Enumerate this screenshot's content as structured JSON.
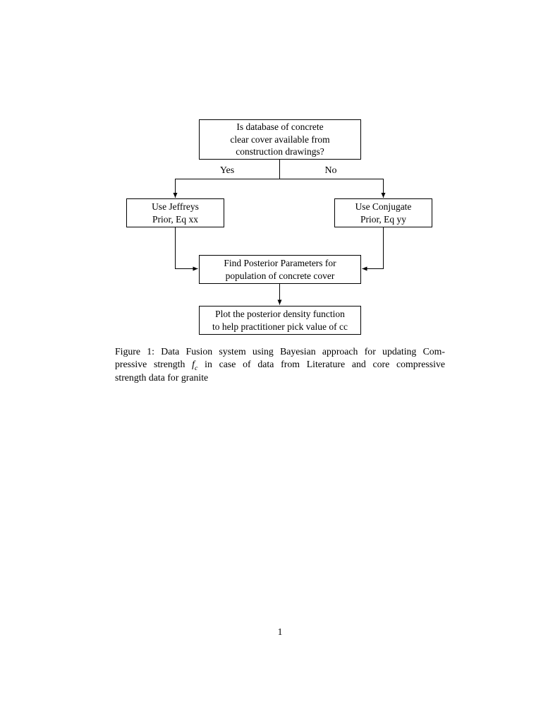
{
  "page": {
    "number": "1",
    "background": "#ffffff",
    "text_color": "#000000"
  },
  "figure": {
    "flowchart": {
      "line_color": "#000000",
      "box_fill": "#ffffff",
      "box_border": "#000000",
      "decision_box": {
        "lines": [
          "Is database of concrete",
          "clear cover available from",
          "construction drawings?"
        ]
      },
      "branch_labels": {
        "yes": "Yes",
        "no": "No"
      },
      "left_box": {
        "lines": [
          "Use Jeffreys",
          "Prior, Eq xx"
        ]
      },
      "right_box": {
        "lines": [
          "Use Conjugate",
          "Prior, Eq yy"
        ]
      },
      "merge_box": {
        "lines": [
          "Find Posterior Parameters for",
          "population of concrete cover"
        ]
      },
      "output_box": {
        "lines": [
          "Plot the posterior density function",
          "to help practitioner pick value of cc"
        ]
      }
    },
    "caption": {
      "line1": "Figure 1: Data Fusion system using Bayesian approach for updating Com-",
      "line2_before_math": "pressive strength ",
      "math_symbol": "f",
      "math_subscript": "c",
      "line2_after_math": " in case of data from Literature and core compressive",
      "line3": "strength data for granite"
    }
  }
}
